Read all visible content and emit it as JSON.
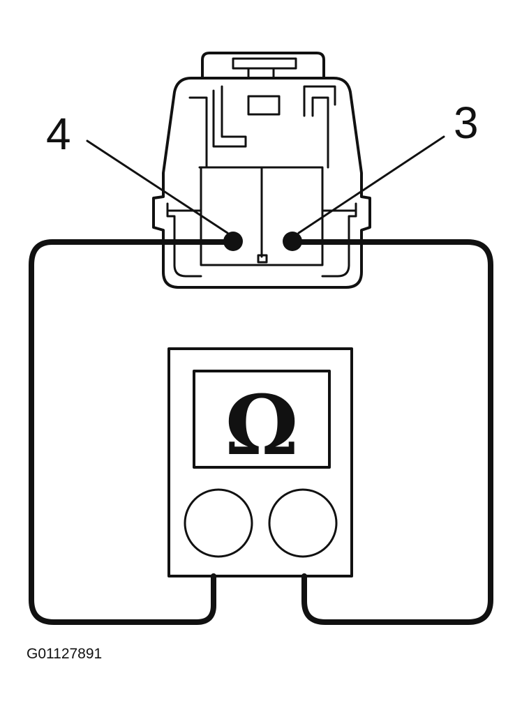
{
  "diagram": {
    "pin_left_label": "4",
    "pin_right_label": "3",
    "meter_symbol": "Ω",
    "figure_id": "G01127891"
  },
  "icons": {
    "connector": "connector-icon",
    "meter": "ohmmeter-icon"
  }
}
